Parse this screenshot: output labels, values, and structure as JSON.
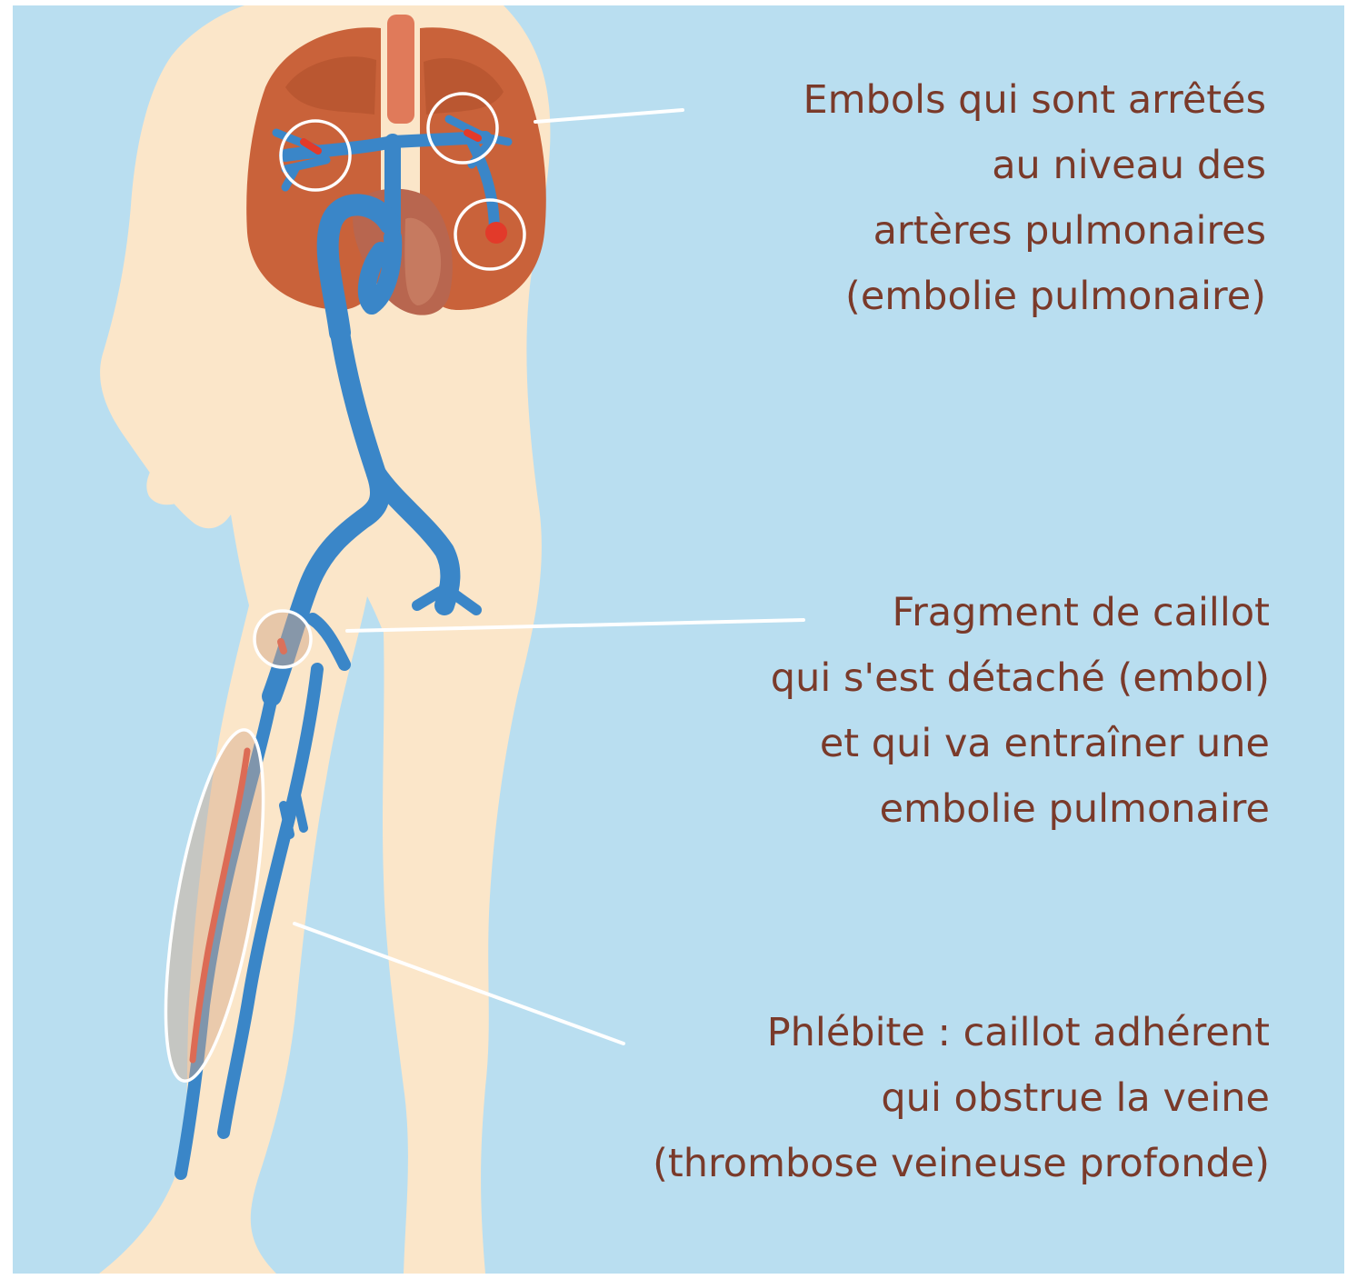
{
  "colors": {
    "background": "#b9def0",
    "skin": "#fbe6c9",
    "lung": "#c9623a",
    "vein": "#3a86c8",
    "clot": "#e23a2a",
    "text": "#7a3a2a",
    "leader": "#ffffff"
  },
  "labels": {
    "emboli": {
      "lines": [
        "Embols qui sont arrêtés",
        "au niveau des",
        "artères pulmonaires",
        "(embolie pulmonaire)"
      ]
    },
    "fragment": {
      "lines": [
        "Fragment de caillot",
        "qui s'est détaché (embol)",
        "et qui va entraîner une",
        "embolie pulmonaire"
      ]
    },
    "phlebitis": {
      "lines": [
        "Phlébite : caillot adhérent",
        "qui obstrue la veine",
        "(thrombose veineuse profonde)"
      ]
    }
  }
}
